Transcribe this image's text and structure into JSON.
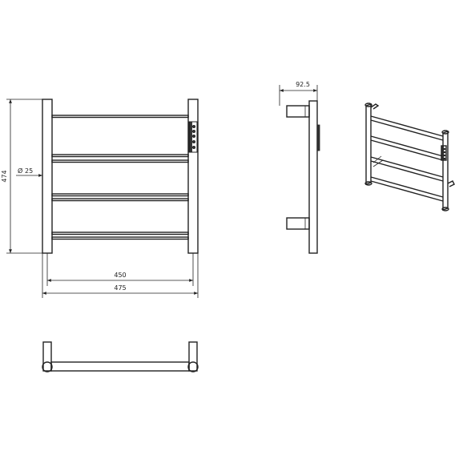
{
  "front_view": {
    "dim_height": "474",
    "dim_diameter_symbol": "Ø",
    "dim_diameter_value": "25",
    "dim_inner_width": "450",
    "dim_outer_width": "475"
  },
  "side_view": {
    "dim_depth": "92.5"
  }
}
